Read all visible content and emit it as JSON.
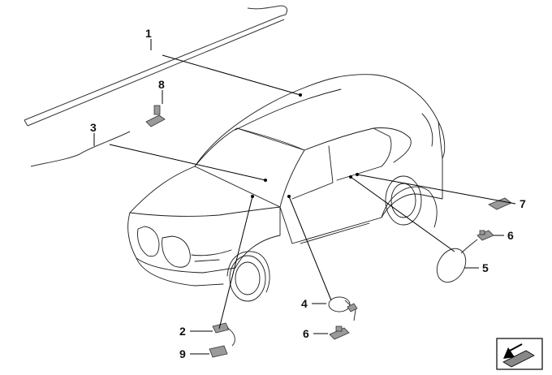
{
  "callouts": [
    {
      "id": "c1",
      "text": "1"
    },
    {
      "id": "c8",
      "text": "8"
    },
    {
      "id": "c3",
      "text": "3"
    },
    {
      "id": "c7",
      "text": "7"
    },
    {
      "id": "c6a",
      "text": "6"
    },
    {
      "id": "c5",
      "text": "5"
    },
    {
      "id": "c4",
      "text": "4"
    },
    {
      "id": "c6b",
      "text": "6"
    },
    {
      "id": "c2",
      "text": "2"
    },
    {
      "id": "c9",
      "text": "9"
    }
  ],
  "icons": {
    "nav": "next-page-arrow-icon"
  },
  "colors": {
    "line": "#000000",
    "part": "#9a9a9a"
  }
}
